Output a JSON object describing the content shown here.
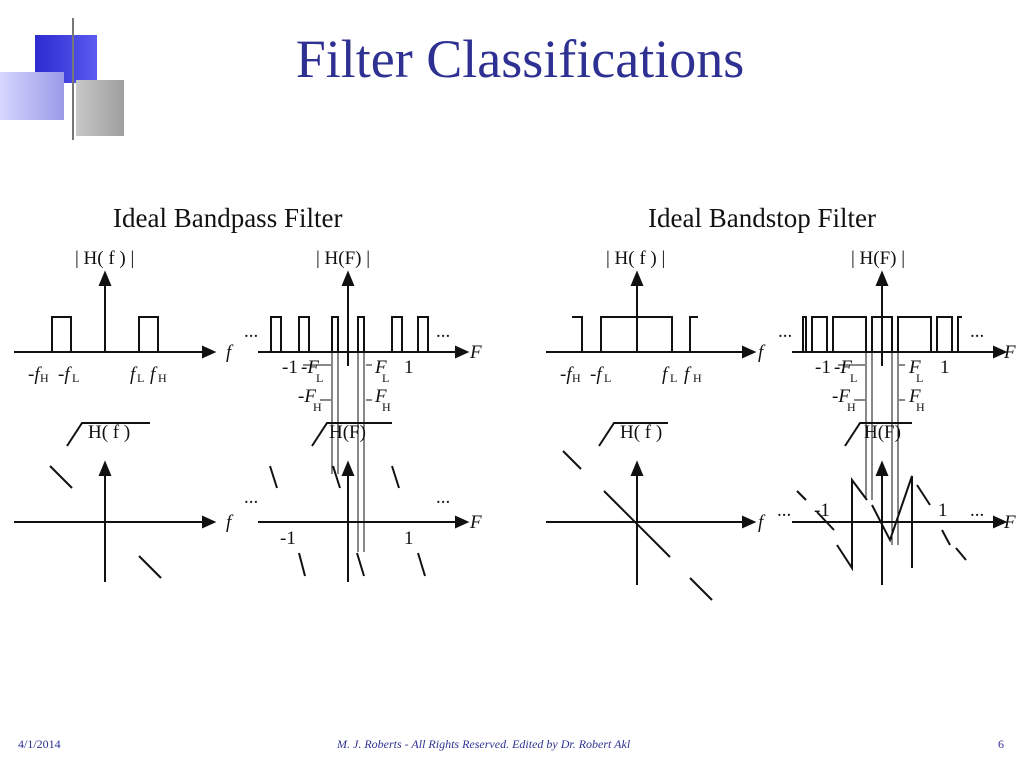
{
  "slide": {
    "title": "Filter Classifications",
    "footer_date": "4/1/2014",
    "footer_credit": "M. J. Roberts - All Rights Reserved. Edited by Dr. Robert Akl",
    "footer_page": "6"
  },
  "bandpass": {
    "title": "Ideal Bandpass Filter",
    "mag_f": "| H( f ) |",
    "mag_F": "| H(F) |",
    "phase_f": "H( f )",
    "phase_F": "H(F)",
    "axis_f": "f",
    "axis_F": "F",
    "ellipsis": "...",
    "ticks_f": [
      "-f",
      "H",
      "-f",
      "L",
      "f",
      "L",
      "f",
      "H"
    ],
    "ticks_F": [
      "-1",
      "-F",
      "L",
      "-F",
      "H",
      "F",
      "L",
      "F",
      "H",
      "1"
    ],
    "phase_ticks_F": [
      "-1",
      "1"
    ]
  },
  "bandstop": {
    "title": "Ideal Bandstop Filter",
    "mag_f": "| H( f ) |",
    "mag_F": "| H(F) |",
    "phase_f": "H( f )",
    "phase_F": "H(F)",
    "axis_f": "f",
    "axis_F": "F",
    "ellipsis": "...",
    "ticks_f": [
      "-f",
      "H",
      "-f",
      "L",
      "f",
      "L",
      "f",
      "H"
    ],
    "ticks_F": [
      "-1",
      "-F",
      "L",
      "-F",
      "H",
      "F",
      "L",
      "F",
      "H",
      "1"
    ],
    "phase_ticks_F": [
      "-1",
      "1"
    ]
  },
  "colors": {
    "title": "#2e3192",
    "deco_blue": "#3333cc",
    "deco_gray": "#b3b3b3"
  }
}
